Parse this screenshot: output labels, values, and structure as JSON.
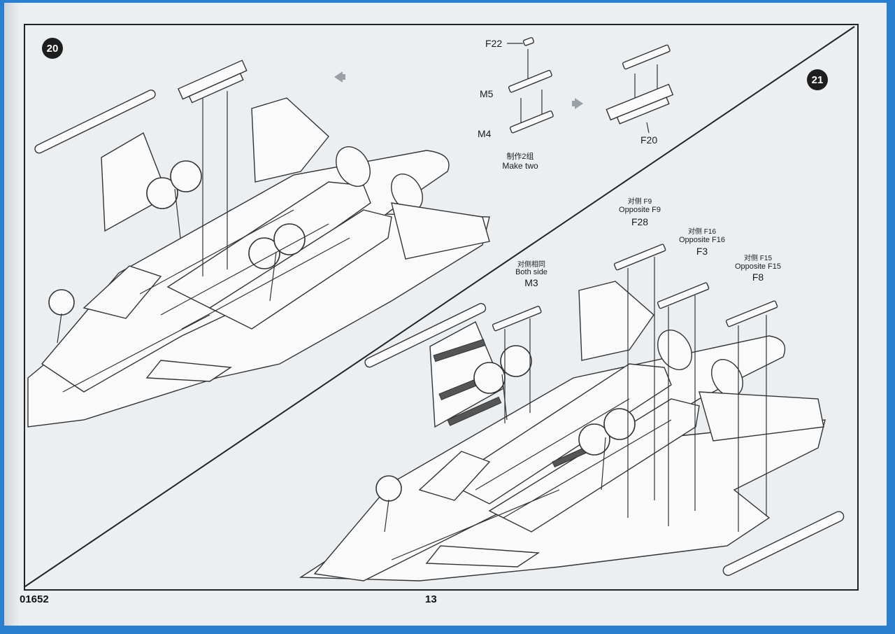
{
  "steps": {
    "step20": {
      "number": "20"
    },
    "step21": {
      "number": "21"
    }
  },
  "subassembly": {
    "part_f22": "F22",
    "part_m5": "M5",
    "part_m4": "M4",
    "note_cn": "制作2组",
    "note_en": "Make two",
    "part_f20": "F20"
  },
  "step21_labels": {
    "m3": {
      "cn": "对侧相同",
      "en": "Both side",
      "part": "M3"
    },
    "f28": {
      "cn": "对侧 F9",
      "en": "Opposite F9",
      "part": "F28"
    },
    "f3": {
      "cn": "对侧  F16",
      "en": "Opposite F16",
      "part": "F3"
    },
    "f8": {
      "cn": "对侧  F15",
      "en": "Opposite F15",
      "part": "F8"
    }
  },
  "footer": {
    "kit_number": "01652",
    "page_number": "13"
  },
  "icons": [
    "arrow-left-icon",
    "arrow-right-icon",
    "step-badge-icon"
  ]
}
